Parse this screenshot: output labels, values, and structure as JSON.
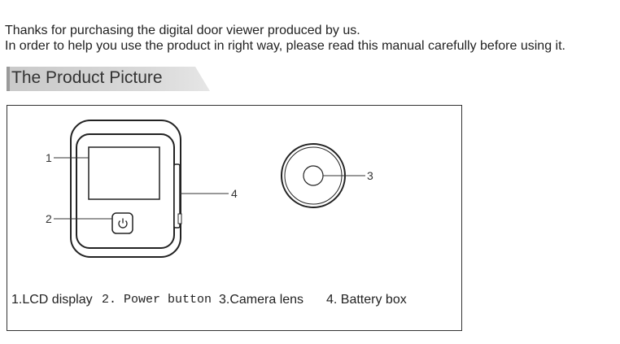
{
  "intro": {
    "line1": "Thanks for purchasing the digital door viewer produced by us.",
    "line2": "In order to help you use the product in right way, please read this manual carefully before using it."
  },
  "section": {
    "title": "The Product Picture"
  },
  "figure": {
    "callouts": [
      "1",
      "2",
      "3",
      "4"
    ],
    "captions": {
      "c1": "1.LCD display",
      "c2": "2. Power button",
      "c3": "3.Camera lens",
      "c4": "4. Battery box"
    }
  }
}
